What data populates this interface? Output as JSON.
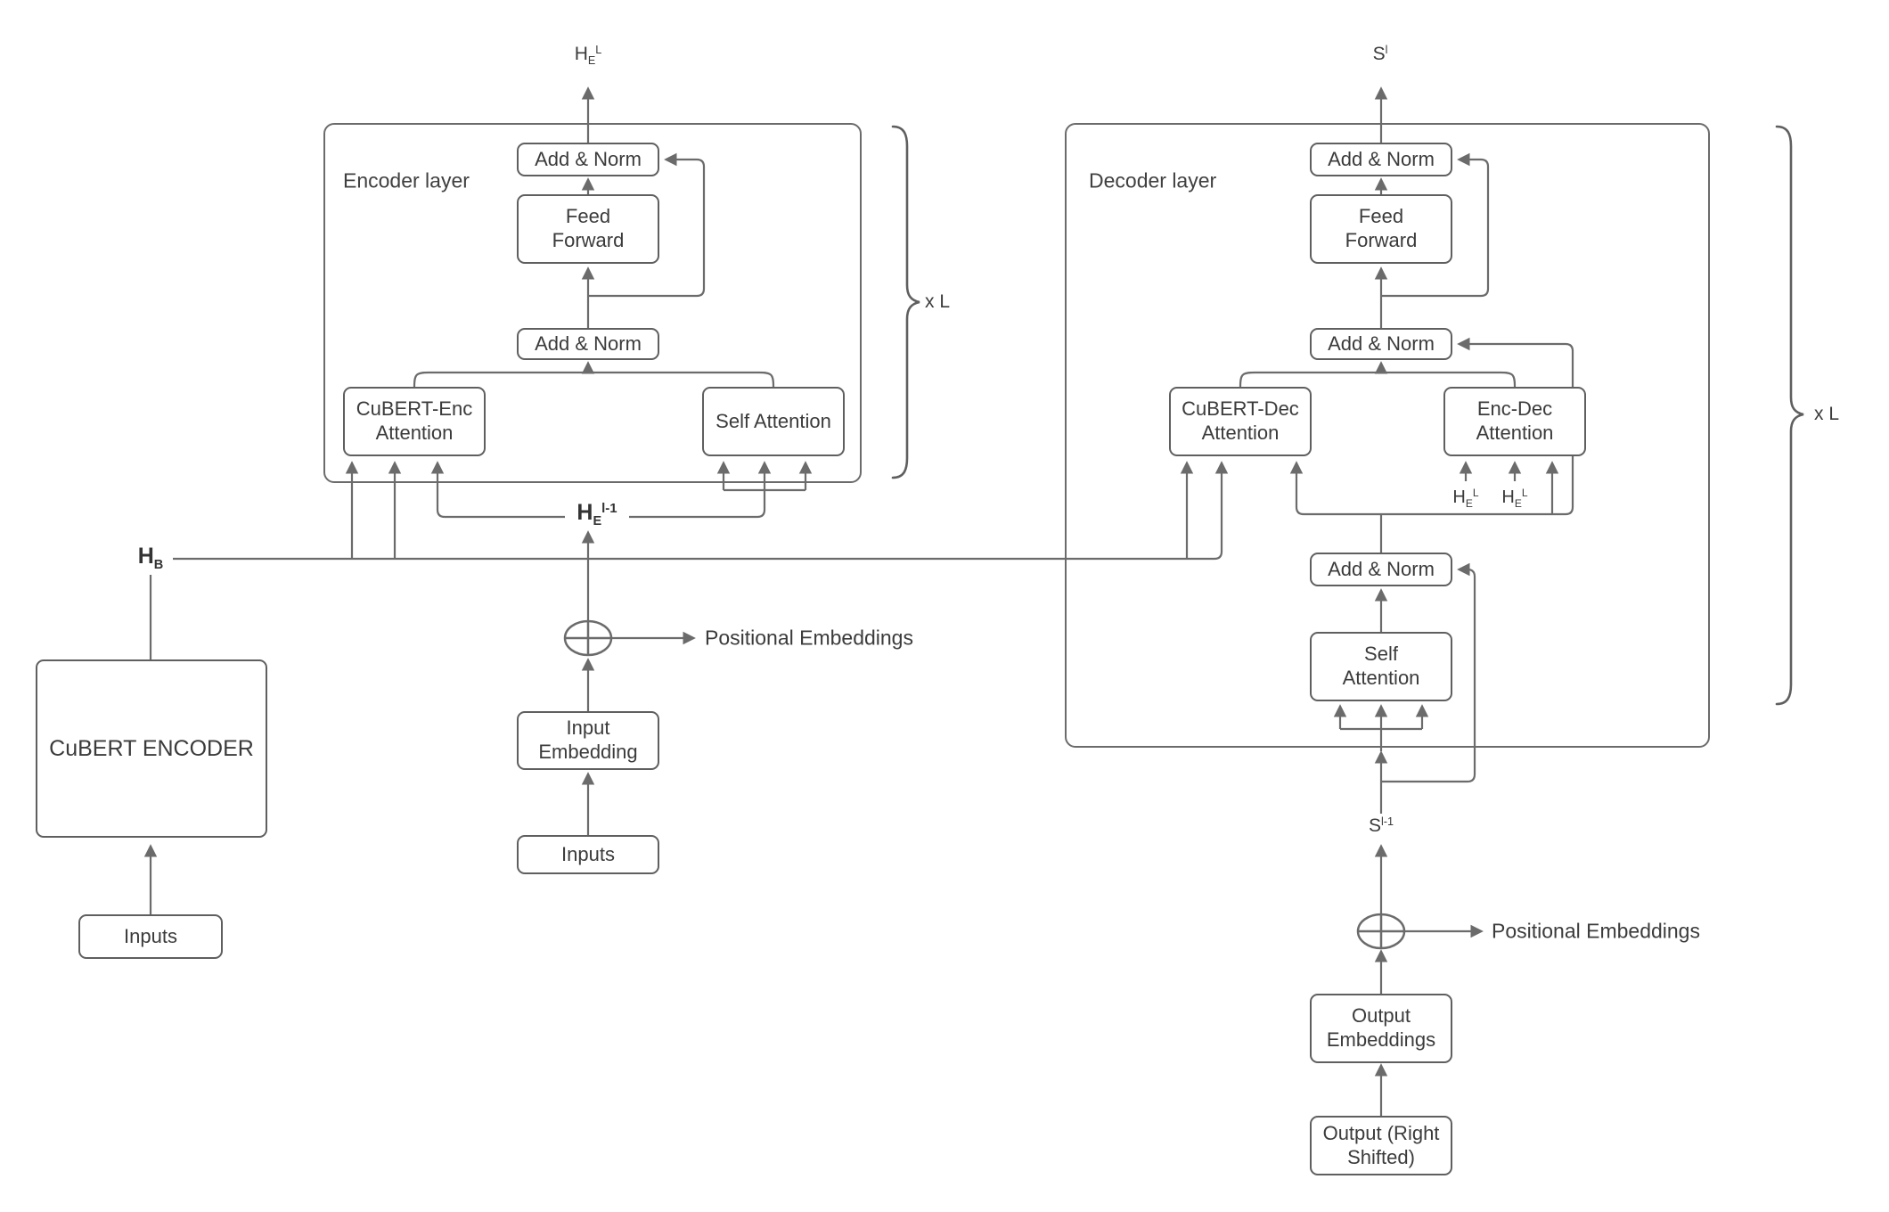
{
  "encoder": {
    "layer_label": "Encoder layer",
    "output_state": {
      "base": "H",
      "sub": "E",
      "sup": "L"
    },
    "add_norm_top": "Add & Norm",
    "feed_forward": "Feed\nForward",
    "add_norm_mid": "Add & Norm",
    "cubert_attention": "CuBERT-Enc\nAttention",
    "self_attention": "Self Attention",
    "prev_state": {
      "base": "H",
      "sub": "E",
      "sup": "l-1"
    },
    "repeat_label": "x L"
  },
  "decoder": {
    "layer_label": "Decoder layer",
    "output_state": {
      "base": "S",
      "sup": "l"
    },
    "add_norm_top": "Add & Norm",
    "feed_forward": "Feed\nForward",
    "add_norm_mid": "Add & Norm",
    "cubert_attention": "CuBERT-Dec\nAttention",
    "enc_dec_attention": "Enc-Dec\nAttention",
    "enc_state_a": {
      "base": "H",
      "sub": "E",
      "sup": "L"
    },
    "enc_state_b": {
      "base": "H",
      "sub": "E",
      "sup": "L"
    },
    "add_norm_bottom": "Add & Norm",
    "self_attention": "Self\nAttention",
    "prev_state": {
      "base": "S",
      "sup": "l-1"
    },
    "repeat_label": "x L"
  },
  "cubert": {
    "box_label": "CuBERT ENCODER",
    "inputs_label": "Inputs",
    "output_state": {
      "base": "H",
      "sub": "B"
    }
  },
  "input_branch": {
    "embedding": "Input\nEmbedding",
    "inputs": "Inputs",
    "positional": "Positional Embeddings"
  },
  "output_branch": {
    "embedding": "Output\nEmbeddings",
    "shifted_output": "Output (Right\nShifted)",
    "positional": "Positional Embeddings"
  },
  "colors": {
    "line": "#6b6b6b",
    "text": "#3b3b3b"
  }
}
